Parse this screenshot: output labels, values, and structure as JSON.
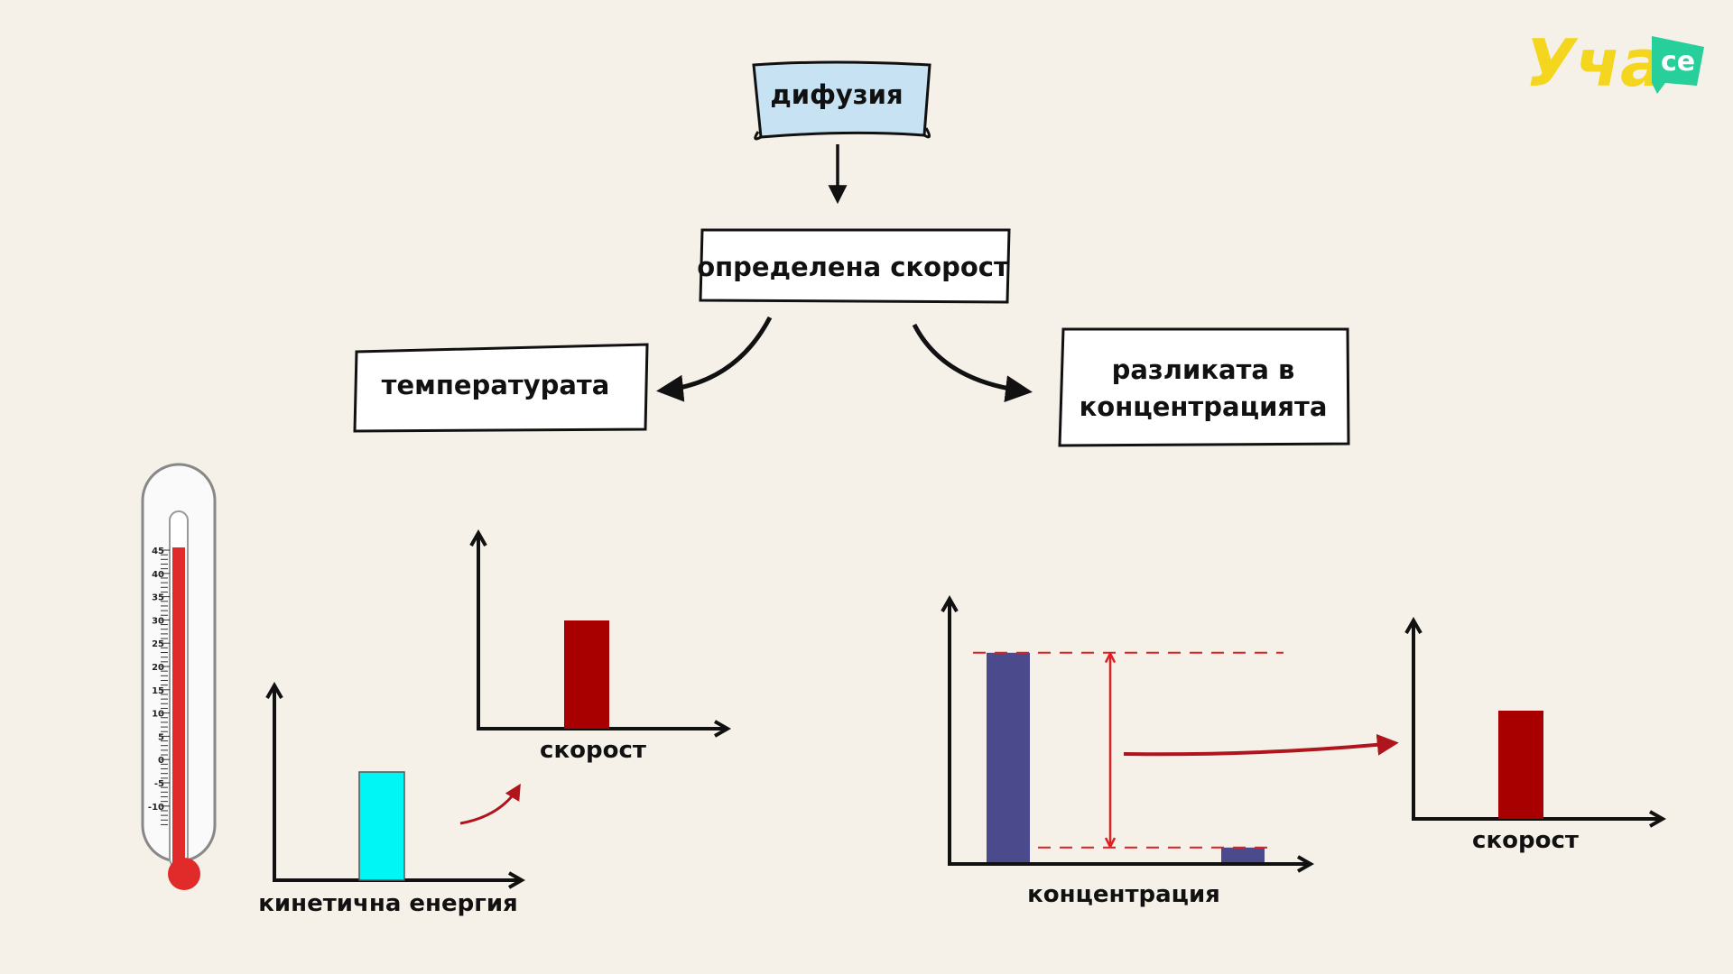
{
  "logo": {
    "main": "Уча",
    "badge": "се"
  },
  "nodes": {
    "root": "дифузия",
    "middle": "определена скорост",
    "left": "температурата",
    "right_line1": "разликата в",
    "right_line2": "концентрацията"
  },
  "thermometer": {
    "ticks": [
      "45",
      "40",
      "35",
      "30",
      "25",
      "20",
      "15",
      "10",
      "5",
      "0",
      "-5",
      "-10"
    ],
    "accent": "#e12b2b"
  },
  "charts": [
    {
      "id": "kinetic",
      "type": "bar",
      "xlabel": "кинетична енергия",
      "bar_level": 0.6,
      "color": "#00f5f5"
    },
    {
      "id": "speed-left",
      "type": "bar",
      "xlabel": "скорост",
      "bar_level": 0.6,
      "color": "#a80000"
    },
    {
      "id": "concentration",
      "type": "bar",
      "xlabel": "концентрация",
      "bars": [
        0.86,
        0.06
      ],
      "color": "#4a4a8c"
    },
    {
      "id": "speed-right",
      "type": "bar",
      "xlabel": "скорост",
      "bar_level": 0.6,
      "color": "#a80000"
    }
  ],
  "colors": {
    "arrow_red": "#b0141c",
    "dash_red": "#e02020",
    "logo_yellow": "#f4d61e",
    "logo_green": "#27cf9a",
    "root_fill": "#c7e3f3"
  }
}
